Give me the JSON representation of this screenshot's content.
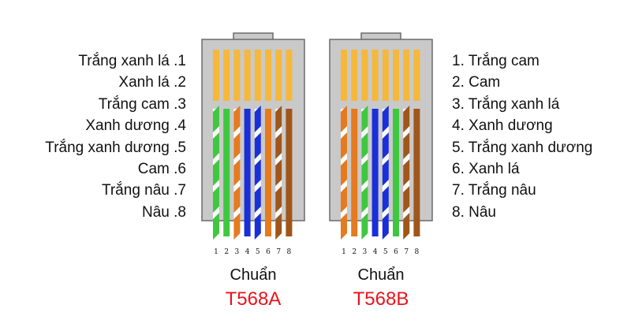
{
  "t568a": {
    "pin_labels": [
      "Trắng xanh lá .1",
      "Xanh lá .2",
      "Trắng cam .3",
      "Xanh dương .4",
      "Trắng xanh dương .5",
      "Cam .6",
      "Trắng nâu .7",
      "Nâu .8"
    ],
    "wires": [
      {
        "color": "#3fc83f",
        "striped": true
      },
      {
        "color": "#3fc83f",
        "striped": false
      },
      {
        "color": "#e57a1f",
        "striped": true
      },
      {
        "color": "#1a2fd8",
        "striped": false
      },
      {
        "color": "#1a2fd8",
        "striped": true
      },
      {
        "color": "#e57a1f",
        "striped": false
      },
      {
        "color": "#a0561a",
        "striped": true
      },
      {
        "color": "#a0561a",
        "striped": false
      }
    ],
    "caption": "Chuẩn",
    "code": "T568A"
  },
  "t568b": {
    "pin_labels": [
      "1. Trắng cam",
      "2. Cam",
      "3. Trắng xanh lá",
      "4. Xanh dương",
      "5. Trắng xanh dương",
      "6. Xanh lá",
      "7. Trắng nâu",
      "8. Nâu"
    ],
    "wires": [
      {
        "color": "#e57a1f",
        "striped": true
      },
      {
        "color": "#e57a1f",
        "striped": false
      },
      {
        "color": "#3fc83f",
        "striped": true
      },
      {
        "color": "#1a2fd8",
        "striped": false
      },
      {
        "color": "#1a2fd8",
        "striped": true
      },
      {
        "color": "#3fc83f",
        "striped": false
      },
      {
        "color": "#a0561a",
        "striped": true
      },
      {
        "color": "#a0561a",
        "striped": false
      }
    ],
    "caption": "Chuẩn",
    "code": "T568B"
  },
  "pin_numbers": [
    "1",
    "2",
    "3",
    "4",
    "5",
    "6",
    "7",
    "8"
  ],
  "colors": {
    "housing": "#c9c9c9",
    "housing_border": "#6b6b6b",
    "contact_gold": "#f5b83a",
    "code_red": "#e8141b",
    "stripe_white": "#ffffff"
  }
}
